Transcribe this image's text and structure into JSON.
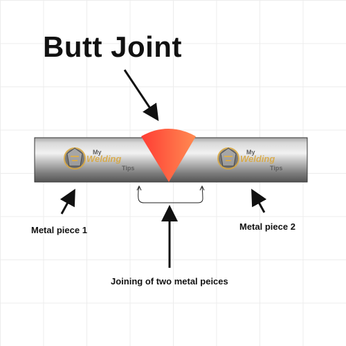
{
  "title": "Butt Joint",
  "labels": {
    "metal_piece_1": "Metal piece 1",
    "metal_piece_2": "Metal piece 2",
    "joining": "Joining of two metal peices"
  },
  "logo": {
    "line1": "My",
    "line2": "Welding",
    "line3": "Tips"
  },
  "colors": {
    "weld_start": "#ff4a3a",
    "weld_end": "#ff8a50",
    "bar_light": "#e4e4e4",
    "bar_dark": "#5e5e5e",
    "text": "#111111"
  }
}
